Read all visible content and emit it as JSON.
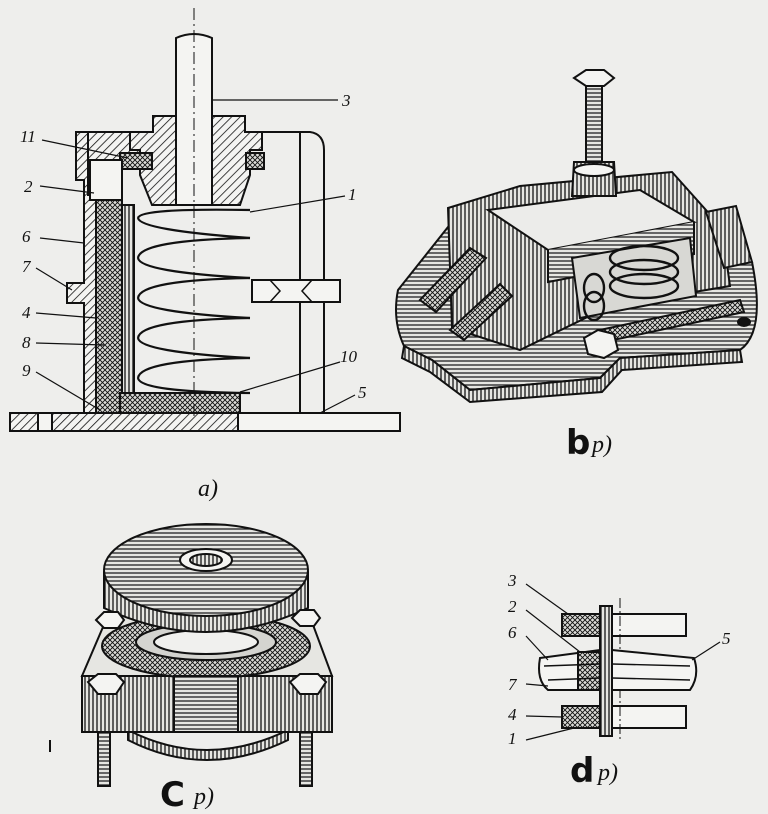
{
  "figure_a": {
    "caption": "a)",
    "labels": {
      "l1": "1",
      "l2": "2",
      "l3": "3",
      "l4": "4",
      "l5": "5",
      "l6": "6",
      "l7": "7",
      "l8": "8",
      "l9": "9",
      "l10": "10",
      "l11": "11"
    }
  },
  "figure_b": {
    "caption_letter": "b",
    "caption_mark": "p)"
  },
  "figure_c": {
    "caption_letter": "C",
    "caption_mark": "p)"
  },
  "figure_d": {
    "caption_letter": "d",
    "caption_mark": "p)",
    "labels": {
      "l1": "1",
      "l2": "2",
      "l3": "3",
      "l4": "4",
      "l5": "5",
      "l6": "6",
      "l7": "7"
    }
  },
  "colors": {
    "ink": "#111111",
    "paper": "#eeeeec"
  }
}
